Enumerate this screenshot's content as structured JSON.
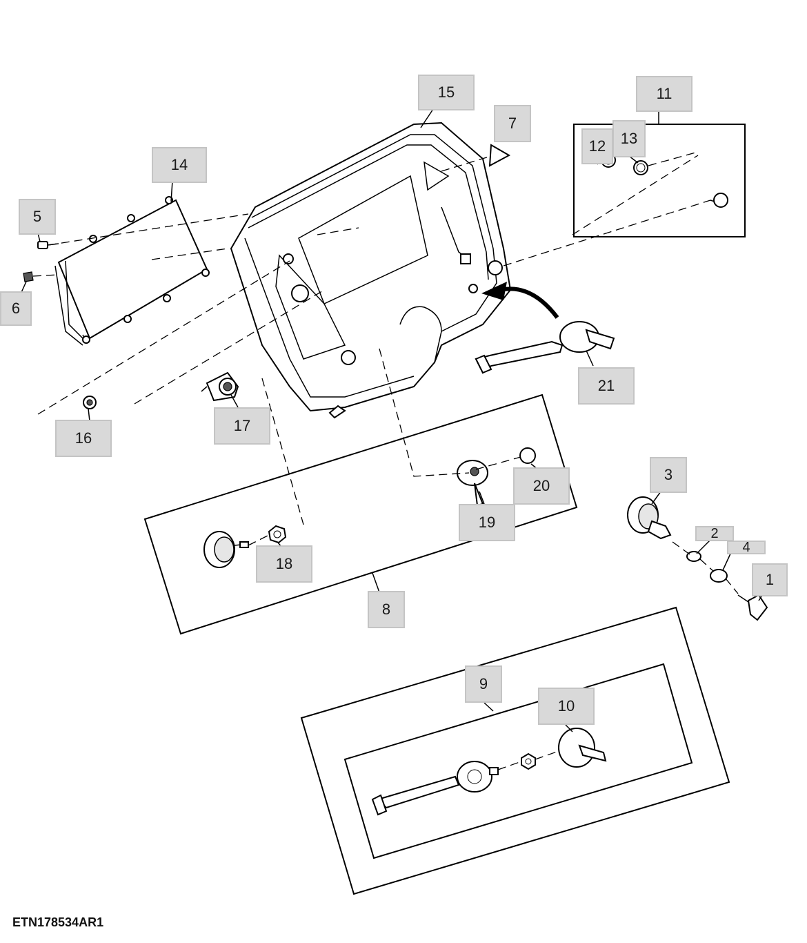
{
  "figure_id": "ETN178534AR1",
  "callouts": {
    "c1": "1",
    "c2": "2",
    "c3": "3",
    "c4": "4",
    "c5": "5",
    "c6": "6",
    "c7": "7",
    "c8": "8",
    "c9": "9",
    "c10": "10",
    "c11": "11",
    "c12": "12",
    "c13": "13",
    "c14": "14",
    "c15": "15",
    "c16": "16",
    "c17": "17",
    "c18": "18",
    "c19": "19",
    "c20": "20",
    "c21": "21"
  },
  "colors": {
    "callout_fill": "#d9d9d9",
    "line": "#000000",
    "background": "#ffffff"
  }
}
